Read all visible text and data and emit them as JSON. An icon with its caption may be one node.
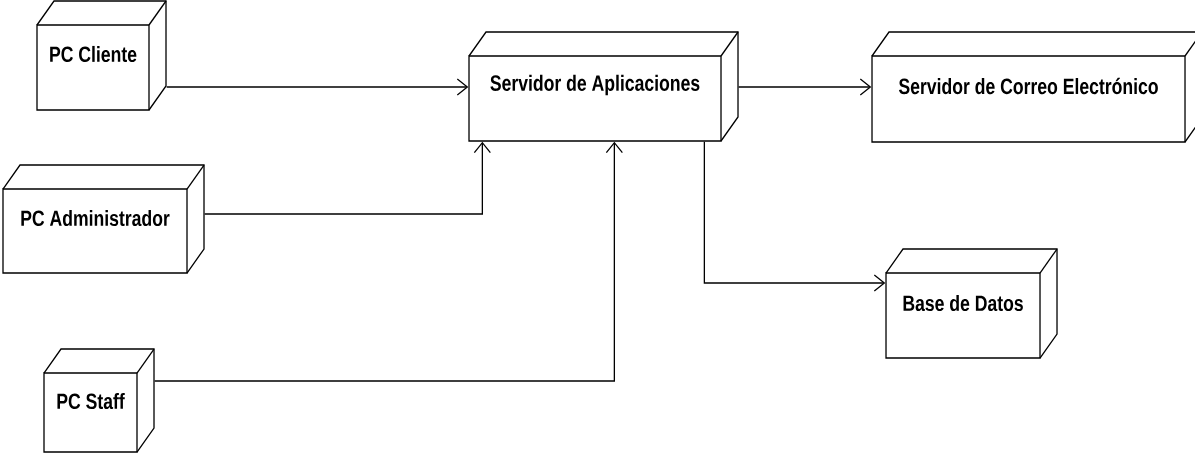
{
  "diagram": {
    "nodes": [
      {
        "text": [
          "PC Cliente"
        ]
      },
      {
        "text": [
          "Servidor de Aplicaciones"
        ]
      },
      {
        "text": [
          "Servidor de Correo Electrónico"
        ]
      },
      {
        "text": [
          "PC Administrador"
        ]
      },
      {
        "text": [
          "Base de Datos"
        ]
      },
      {
        "text": [
          "PC Staff"
        ]
      }
    ],
    "edges": [
      {
        "from": 0,
        "to": 1,
        "arrow": "to"
      },
      {
        "from": 1,
        "to": 2,
        "arrow": "to"
      },
      {
        "from": 3,
        "to": 1,
        "arrow": "to"
      },
      {
        "from": 1,
        "to": 4,
        "arrow": "to"
      },
      {
        "from": 5,
        "to": 1,
        "arrow": "to"
      }
    ]
  }
}
